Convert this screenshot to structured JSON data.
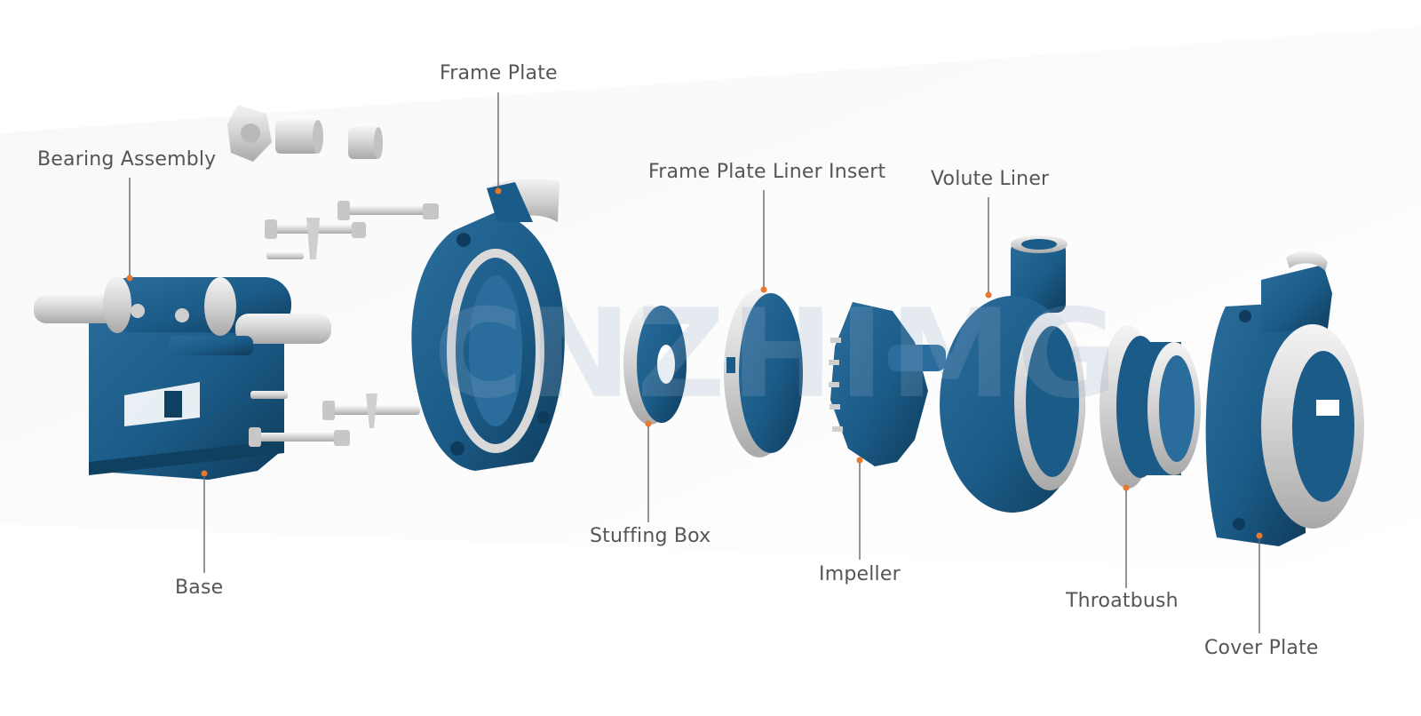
{
  "watermark": "CNZHIMG",
  "colors": {
    "body": "#1b5b87",
    "body_dark": "#10405f",
    "metal": "#d8d8d8",
    "leader": "#666666",
    "dot": "#e8782c",
    "label": "#555555"
  },
  "labels": {
    "frame_plate": "Frame Plate",
    "bearing_assembly": "Bearing Assembly",
    "frame_plate_liner_insert": "Frame Plate Liner Insert",
    "volute_liner": "Volute Liner",
    "stuffing_box": "Stuffing Box",
    "impeller": "Impeller",
    "base": "Base",
    "throatbush": "Throatbush",
    "cover_plate": "Cover Plate"
  }
}
